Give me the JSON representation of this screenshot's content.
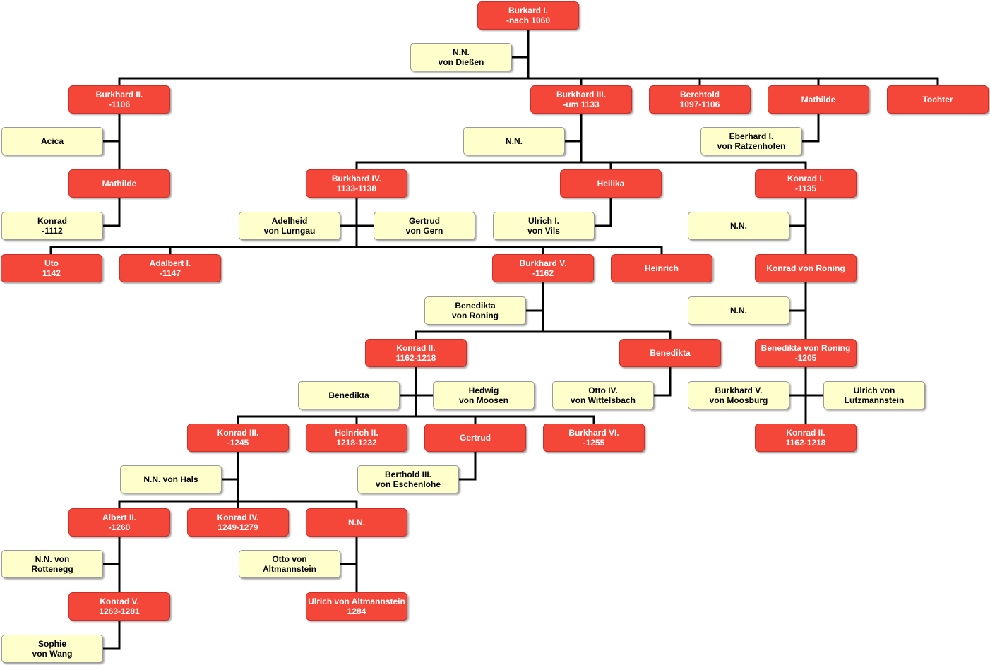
{
  "colors": {
    "member": "#f4473a",
    "spouse": "#ffffcc",
    "line": "#000000"
  },
  "members": {
    "burkard1": {
      "l1": "Burkard I.",
      "l2": "-nach 1060"
    },
    "burkhard2": {
      "l1": "Burkhard II.",
      "l2": "-1106"
    },
    "burkhard3": {
      "l1": "Burkhard III.",
      "l2": "-um 1133"
    },
    "berchtold": {
      "l1": "Berchtold",
      "l2": "1097-1106"
    },
    "mathilde1": {
      "l1": "Mathilde",
      "l2": ""
    },
    "tochter": {
      "l1": "Tochter",
      "l2": ""
    },
    "mathilde2": {
      "l1": "Mathilde",
      "l2": ""
    },
    "burkhard4": {
      "l1": "Burkhard IV.",
      "l2": "1133-1138"
    },
    "heilika": {
      "l1": "Heilika",
      "l2": ""
    },
    "konrad1": {
      "l1": "Konrad I.",
      "l2": "-1135"
    },
    "uto": {
      "l1": "Uto",
      "l2": "1142"
    },
    "adalbert1": {
      "l1": "Adalbert I.",
      "l2": "-1147"
    },
    "burkhard5": {
      "l1": "Burkhard V.",
      "l2": "-1162"
    },
    "heinrich": {
      "l1": "Heinrich",
      "l2": ""
    },
    "konradroning": {
      "l1": "Konrad von Roning",
      "l2": ""
    },
    "konrad2": {
      "l1": "Konrad II.",
      "l2": "1162-1218"
    },
    "benedikta1": {
      "l1": "Benedikta",
      "l2": ""
    },
    "benediktaroning": {
      "l1": "Benedikta von Roning",
      "l2": "-1205"
    },
    "konrad3": {
      "l1": "Konrad III.",
      "l2": "-1245"
    },
    "heinrich2": {
      "l1": "Heinrich II.",
      "l2": "1218-1232"
    },
    "gertrud2": {
      "l1": "Gertrud",
      "l2": ""
    },
    "burkhard6": {
      "l1": "Burkhard VI.",
      "l2": "-1255"
    },
    "konrad2b": {
      "l1": "Konrad II.",
      "l2": "1162-1218"
    },
    "albert2": {
      "l1": "Albert II.",
      "l2": "-1260"
    },
    "konrad4": {
      "l1": "Konrad IV.",
      "l2": "1249-1279"
    },
    "nn_child": {
      "l1": "N.N.",
      "l2": ""
    },
    "konrad5": {
      "l1": "Konrad V.",
      "l2": "1263-1281"
    },
    "ulrichalt": {
      "l1": "Ulrich von Altmannstein",
      "l2": "1284"
    }
  },
  "spouses": {
    "nn_diessen": {
      "l1": "N.N.",
      "l2": "von Dießen"
    },
    "acica": {
      "l1": "Acica",
      "l2": ""
    },
    "nn_b3": {
      "l1": "N.N.",
      "l2": ""
    },
    "eberhard": {
      "l1": "Eberhard I.",
      "l2": "von Ratzenhofen"
    },
    "konrad1112": {
      "l1": "Konrad",
      "l2": "-1112"
    },
    "adelheid": {
      "l1": "Adelheid",
      "l2": "von Lurngau"
    },
    "gertrud1": {
      "l1": "Gertrud",
      "l2": "von Gern"
    },
    "ulrich1": {
      "l1": "Ulrich I.",
      "l2": "von Vils"
    },
    "nn_k1": {
      "l1": "N.N.",
      "l2": ""
    },
    "benediktaron": {
      "l1": "Benedikta",
      "l2": "von Roning"
    },
    "nn_kr": {
      "l1": "N.N.",
      "l2": ""
    },
    "benedikta_s": {
      "l1": "Benedikta",
      "l2": ""
    },
    "hedwig": {
      "l1": "Hedwig",
      "l2": "von Moosen"
    },
    "otto4": {
      "l1": "Otto IV.",
      "l2": "von Wittelsbach"
    },
    "burkhard5m": {
      "l1": "Burkhard V.",
      "l2": "von Moosburg"
    },
    "ulrichlutz": {
      "l1": "Ulrich von",
      "l2": "Lutzmannstein"
    },
    "nnhals": {
      "l1": "N.N. von Hals",
      "l2": ""
    },
    "berthold3": {
      "l1": "Berthold III.",
      "l2": "von Eschenlohe"
    },
    "nnrott": {
      "l1": "N.N. von",
      "l2": "Rottenegg"
    },
    "ottoalt": {
      "l1": "Otto von",
      "l2": "Altmannstein"
    },
    "sophie": {
      "l1": "Sophie",
      "l2": "von Wang"
    }
  }
}
